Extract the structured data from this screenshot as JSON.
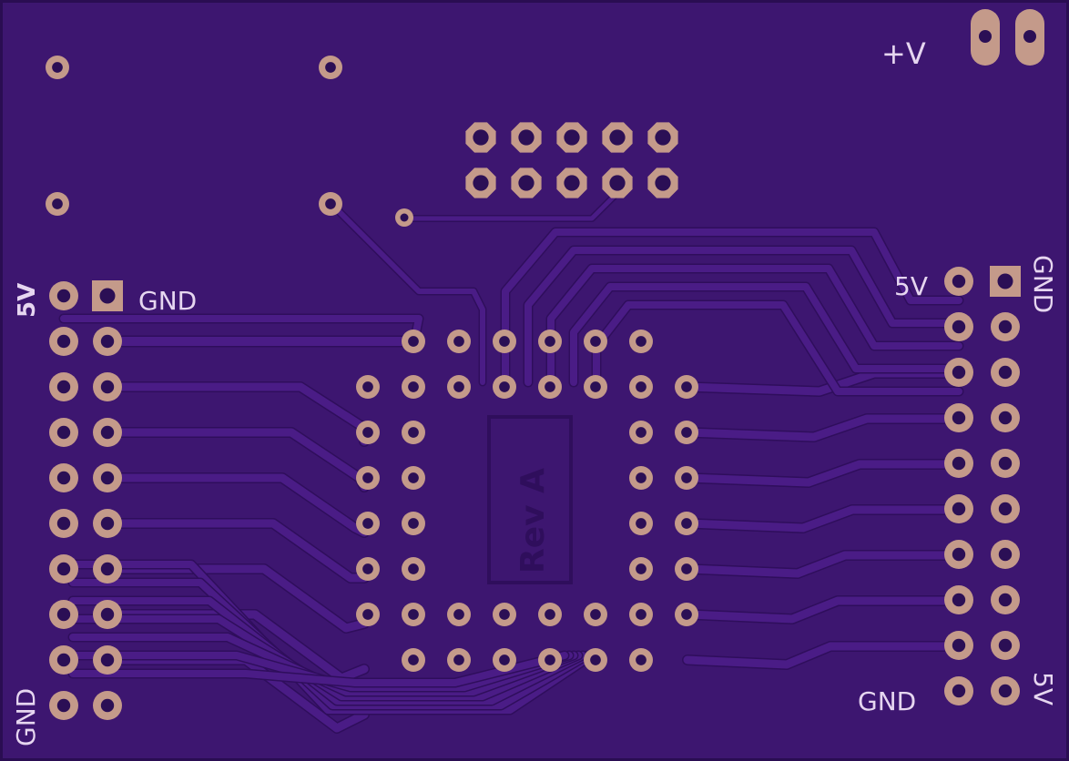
{
  "colors": {
    "board": "#3d1670",
    "board_edge": "#2a0d52",
    "trace": "#4a1c86",
    "trace_edge": "#2f0e5c",
    "pad": "#c49a8a",
    "hole": "#2b0f55",
    "silkscreen": "#e6d6f0"
  },
  "labels": {
    "power_plus": "+V",
    "left_top_5v": "5V",
    "left_top_gnd": "GND",
    "left_bottom_gnd": "GND",
    "right_top_5v": "5V",
    "right_top_gnd": "GND",
    "right_bottom_gnd": "GND",
    "right_bottom_5v": "5V",
    "revision": "Rev A"
  },
  "icons": {
    "power_connector": "oval-pads-icon",
    "square_pad": "square-pad-icon",
    "round_pad": "round-pad-icon",
    "octagon_pad": "octagon-pad-icon"
  }
}
